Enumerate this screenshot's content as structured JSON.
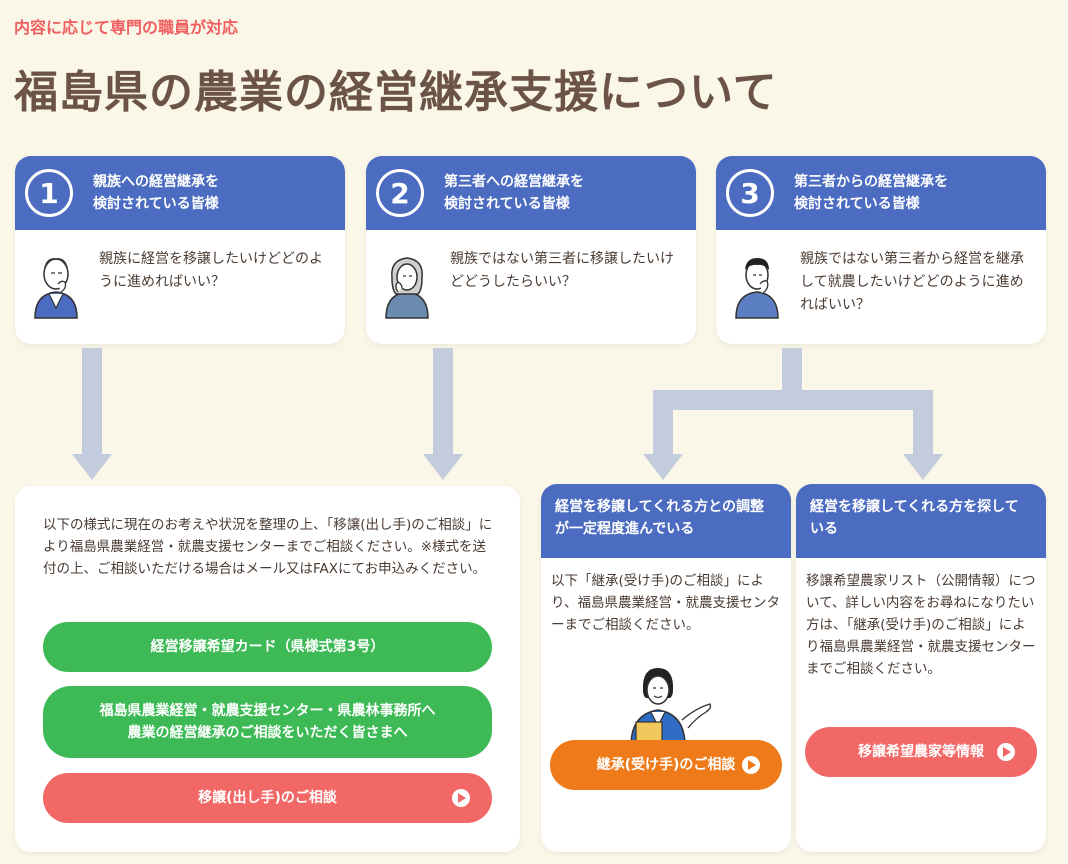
{
  "header": {
    "tagline": "内容に応じて専門の職員が対応",
    "title": "福島県の農業の経営継承支援について"
  },
  "cards": [
    {
      "num": "1",
      "head_line1": "親族への経営継承を",
      "head_line2": "検討されている皆様",
      "body": "親族に経営を移譲したいけどどのように進めればいい？",
      "avatar": "elderly-man-thinking-icon"
    },
    {
      "num": "2",
      "head_line1": "第三者への経営継承を",
      "head_line2": "検討されている皆様",
      "body": "親族ではない第三者に移譲したいけどどうしたらいい？",
      "avatar": "elderly-woman-thinking-icon"
    },
    {
      "num": "3",
      "head_line1": "第三者からの経営継承を",
      "head_line2": "検討されている皆様",
      "body": "親族ではない第三者から経営を継承して就農したいけどどのように進めればいい？",
      "avatar": "young-man-thinking-icon"
    }
  ],
  "left_panel": {
    "text": "以下の様式に現在のお考えや状況を整理の上、「移譲(出し手)のご相談」により福島県農業経営・就農支援センターまでご相談ください。※様式を送付の上、ご相談いただける場合はメール又はFAXにてお申込みください。",
    "btn1": "経営移譲希望カード（県様式第3号）",
    "btn2_line1": "福島県農業経営・就農支援センター・県農林事務所へ",
    "btn2_line2": "農業の経営継承のご相談をいただく皆さまへ",
    "btn3": "移譲(出し手)のご相談"
  },
  "mid_panel": {
    "head": "経営を移譲してくれる方との調整が一定程度進んでいる",
    "text": "以下「継承(受け手)のご相談」により、福島県農業経営・就農支援センターまでご相談ください。",
    "btn": "継承(受け手)のご相談"
  },
  "right_panel": {
    "head": "経営を移譲してくれる方を探している",
    "text": "移譲希望農家リスト（公開情報）について、詳しい内容をお尋ねになりたい方は、「継承(受け手)のご相談」により福島県農業経営・就農支援センターまでご相談ください。",
    "btn": "移譲希望農家等情報"
  },
  "colors": {
    "accent_blue": "#4b6cc1",
    "green": "#3dba55",
    "red": "#f26866",
    "orange": "#ef7a1a",
    "connector": "#c3ccdd",
    "background": "#faf6e8"
  }
}
